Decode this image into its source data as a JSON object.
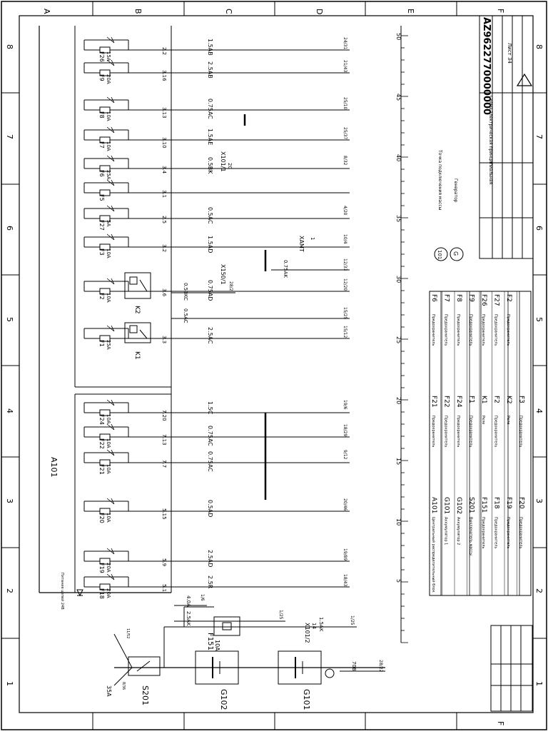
{
  "frame": {
    "top_letters": [
      "A",
      "B",
      "C",
      "D",
      "E",
      "F"
    ],
    "side_numbers": [
      "1",
      "2",
      "3",
      "4",
      "5",
      "6",
      "7",
      "8"
    ]
  },
  "title_block": {
    "drawing_number": "AZ9622770000000",
    "title_text": "Схема электрическая принципиальная",
    "sheet_label": "Лист 34"
  },
  "main_module": "A101",
  "supply_note": "Питание цепей 24В",
  "fuses": [
    {
      "id": "F18",
      "rating": "20A",
      "pin": "5.1",
      "wire": "2.5R",
      "dest": "18/43"
    },
    {
      "id": "F19",
      "rating": "20A",
      "pin": "5.9",
      "wire": "2.5AD",
      "dest": "19/89"
    },
    {
      "id": "F20",
      "rating": "10A",
      "pin": "5.15",
      "wire": "0.5AD",
      "dest": "20/46"
    },
    {
      "id": "F21",
      "rating": "10A",
      "pin": "7.7",
      "wire": "0.75AC",
      "dest": "9/12"
    },
    {
      "id": "F22",
      "rating": "10A",
      "pin": "7.13",
      "wire": "0.75AC",
      "dest": "18/29"
    },
    {
      "id": "F24",
      "rating": "10A",
      "pin": "7.20",
      "wire": "1.5C",
      "dest": "19/6"
    },
    {
      "id": "F1",
      "rating": "25A",
      "pin": "3.3",
      "wire": "2.5AC",
      "dest": "15/12"
    },
    {
      "id": "F2",
      "rating": "10A",
      "pin": "3.6",
      "wire": "0.75AD",
      "dest": "12/20"
    },
    {
      "id": "F3",
      "rating": "10A",
      "pin": "3.2",
      "wire": "1.5AD",
      "dest": "10/4"
    },
    {
      "id": "F27",
      "rating": "5A",
      "pin": "2.5",
      "wire": "0.5AC",
      "dest": "4/20"
    },
    {
      "id": "F5",
      "rating": "",
      "pin": "3.1",
      "wire": "",
      "dest": ""
    },
    {
      "id": "F6",
      "rating": "25A",
      "pin": "3.4",
      "wire": "0.5BK",
      "dest": "8/32"
    },
    {
      "id": "F7",
      "rating": "10A",
      "pin": "3.10",
      "wire": "1.5AE",
      "dest": "25/37"
    },
    {
      "id": "F8",
      "rating": "10A",
      "pin": "3.13",
      "wire": "0.75AC",
      "dest": "25/10"
    },
    {
      "id": "F9",
      "rating": "20A",
      "pin": "3.16",
      "wire": "2.5AB",
      "dest": "21/43"
    },
    {
      "id": "F26",
      "rating": "15A",
      "pin": "2.2",
      "wire": "1.5AB",
      "dest": "24/31"
    }
  ],
  "relays": [
    {
      "id": "K1"
    },
    {
      "id": "K2"
    }
  ],
  "batteries": [
    {
      "id": "G101"
    },
    {
      "id": "G102"
    }
  ],
  "main_switch": {
    "id": "S201",
    "wire_in": "35A",
    "pin1": "8/36",
    "pin2": "11/52"
  },
  "main_fuse": {
    "id": "F151",
    "rating": "10A"
  },
  "connectors": [
    {
      "id": "X101/2",
      "pin": "14"
    },
    {
      "id": "X101/1",
      "pin": "20"
    },
    {
      "id": "X150/1",
      "pin": ""
    },
    {
      "id": "XAMT",
      "pin": "1"
    }
  ],
  "extra_wires": [
    {
      "label": "4.0A",
      "dest": "1/6"
    },
    {
      "label": "2.5AK",
      "dest": "1/25"
    },
    {
      "label": "1.5AK",
      "dest": "1/25"
    },
    {
      "label": "70B",
      "dest": "28/22"
    },
    {
      "label": "0.5BKC",
      "dest": "28/2"
    },
    {
      "label": "0.5AC",
      "dest": "15/25"
    },
    {
      "label": "0.75AK",
      "dest": "12/33"
    }
  ],
  "scale": {
    "ticks": [
      "5",
      "10",
      "15",
      "20",
      "25",
      "30",
      "35",
      "40",
      "45",
      "50"
    ]
  },
  "legend": {
    "rows": [
      [
        "A101",
        "Центральный распределительный блок",
        "F21",
        "Предохранитель",
        "F6",
        "Предохранитель"
      ],
      [
        "G101",
        "Аккумулятор 1",
        "F22",
        "Предохранитель",
        "F7",
        "Предохранитель"
      ],
      [
        "G102",
        "Аккумулятор 2",
        "F24",
        "Предохранитель",
        "F8",
        "Предохранитель"
      ],
      [
        "S201",
        "Выключатель массы",
        "F1",
        "Предохранитель",
        "F9",
        "Предохранитель"
      ],
      [
        "F151",
        "Предохранитель",
        "K1",
        "Реле",
        "F26",
        "Предохранитель"
      ],
      [
        "F18",
        "Предохранитель",
        "F2",
        "Предохранитель",
        "F27",
        "Предохранитель"
      ],
      [
        "F19",
        "Предохранитель",
        "K2",
        "Реле",
        "F2",
        "Предохранитель"
      ],
      [
        "F20",
        "Предохранитель",
        "F3",
        "Предохранитель",
        "",
        ""
      ]
    ]
  },
  "notes": [
    {
      "symbol": "101",
      "text": "Точка подключения массы"
    },
    {
      "symbol": "G",
      "text": "Генератор"
    }
  ]
}
